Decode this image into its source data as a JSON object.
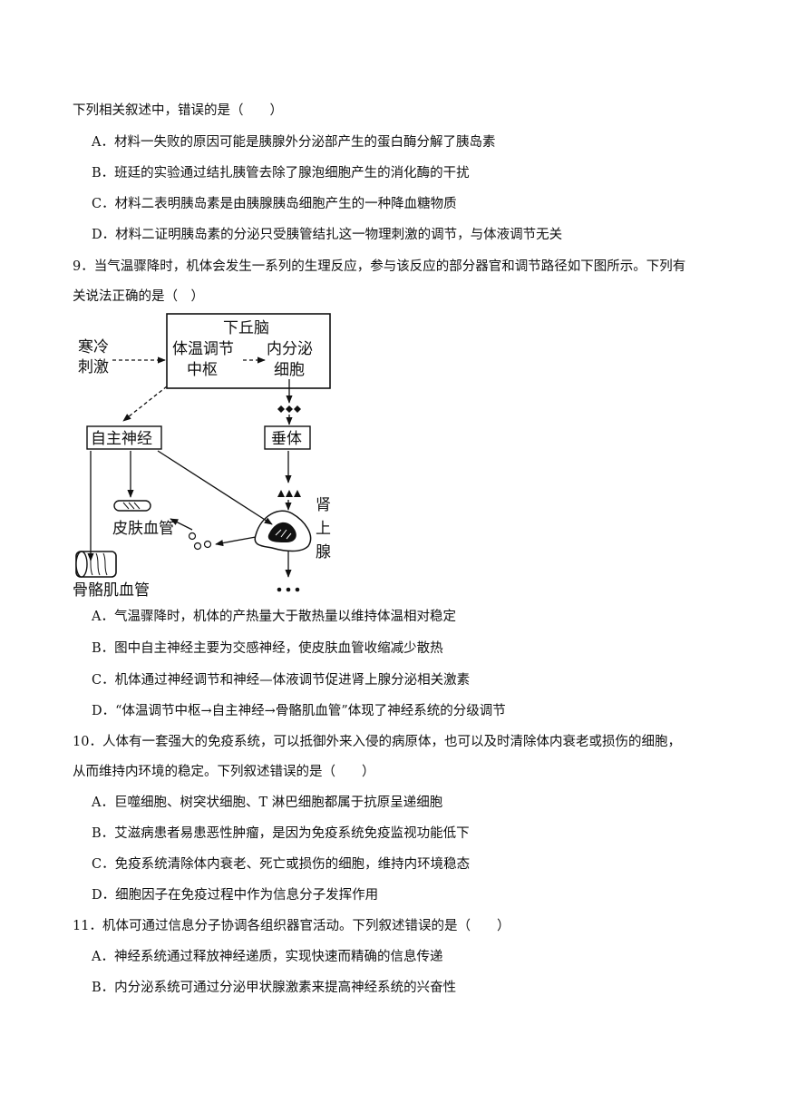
{
  "q8": {
    "stem": "下列相关叙述中，错误的是（　　）",
    "options": [
      "A．材料一失败的原因可能是胰腺外分泌部产生的蛋白酶分解了胰岛素",
      "B．班廷的实验通过结扎胰管去除了腺泡细胞产生的消化酶的干扰",
      "C．材料二表明胰岛素是由胰腺胰岛细胞产生的一种降血糖物质",
      "D．材料二证明胰岛素的分泌只受胰管结扎这一物理刺激的调节，与体液调节无关"
    ]
  },
  "q9": {
    "stem_line1": "9．当气温骤降时，机体会发生一系列的生理反应，参与该反应的部分器官和调节路径如下图所示。下列有",
    "stem_line2": "关说法正确的是（　）",
    "diagram": {
      "cold_line1": "寒冷",
      "cold_line2": "刺激",
      "hypothalamus": "下丘脑",
      "thermo_center_line1": "体温调节",
      "thermo_center_line2": "中枢",
      "endocrine_line1": "内分泌",
      "endocrine_line2": "细胞",
      "autonomic": "自主神经",
      "pituitary": "垂体",
      "skin_vessel": "皮肤血管",
      "adrenal_line1": "肾",
      "adrenal_line2": "上",
      "adrenal_line3": "腺",
      "muscle_vessel": "骨骼肌血管"
    },
    "options": [
      "A．气温骤降时，机体的产热量大于散热量以维持体温相对稳定",
      "B．图中自主神经主要为交感神经，使皮肤血管收缩减少散热",
      "C．机体通过神经调节和神经—体液调节促进肾上腺分泌相关激素",
      "D．“体温调节中枢→自主神经→骨骼肌血管”体现了神经系统的分级调节"
    ]
  },
  "q10": {
    "stem_line1": "10．人体有一套强大的免疫系统，可以抵御外来入侵的病原体，也可以及时清除体内衰老或损伤的细胞，",
    "stem_line2": "从而维持内环境的稳定。下列叙述错误的是（　　）",
    "options": [
      "A．巨噬细胞、树突状细胞、T 淋巴细胞都属于抗原呈递细胞",
      "B．艾滋病患者易患恶性肿瘤，是因为免疫系统免疫监视功能低下",
      "C．免疫系统清除体内衰老、死亡或损伤的细胞，维持内环境稳态",
      "D．细胞因子在免疫过程中作为信息分子发挥作用"
    ]
  },
  "q11": {
    "stem": "11．机体可通过信息分子协调各组织器官活动。下列叙述错误的是（　　）",
    "options": [
      "A．神经系统通过释放神经递质，实现快速而精确的信息传递",
      "B．内分泌系统可通过分泌甲状腺激素来提高神经系统的兴奋性"
    ]
  }
}
